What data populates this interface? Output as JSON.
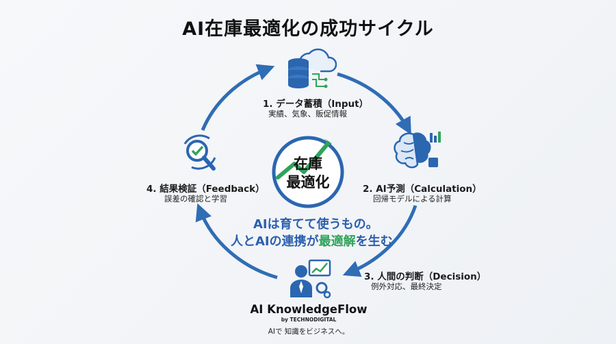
{
  "title": "AI在庫最適化の成功サイクル",
  "center": {
    "line1": "在庫",
    "line2": "最適化"
  },
  "steps": [
    {
      "title": "1. データ蓄積（Input）",
      "subtitle": "実績、気象、販促情報",
      "icon": "database-cloud-icon"
    },
    {
      "title": "2. AI予測（Calculation）",
      "subtitle": "回帰モデルによる計算",
      "icon": "brain-chart-icon"
    },
    {
      "title": "3. 人間の判断（Decision）",
      "subtitle": "例外対応、最終決定",
      "icon": "person-chart-icon"
    },
    {
      "title": "4. 結果検証（Feedback）",
      "subtitle": "誤差の確認と学習",
      "icon": "magnifier-check-icon"
    }
  ],
  "slogan": {
    "line1": "AIは育てて使うもの。",
    "line2_a": "人とAIの連携",
    "line2_b": "が",
    "line2_c": "最適解",
    "line2_d": "を生む"
  },
  "brand": {
    "name": "AI KnowledgeFlow",
    "by": "by TECHNODIGITAL",
    "tagline": "AIで 知識をビジネスへ。"
  },
  "colors": {
    "ring": "#2f6db5",
    "accent_green": "#2fa35a",
    "icon_blue": "#2b66b0"
  }
}
